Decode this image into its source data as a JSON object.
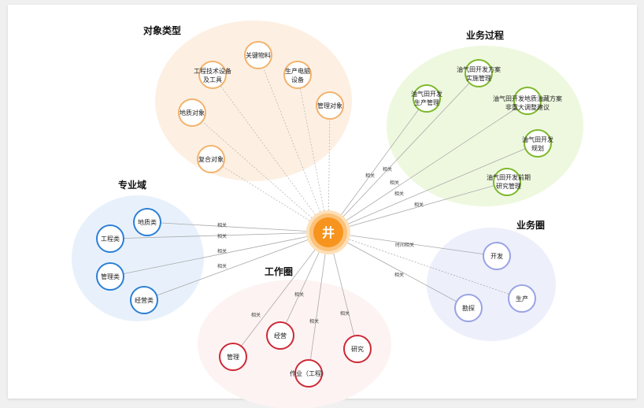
{
  "center": {
    "label": "井"
  },
  "groups": {
    "object_types": {
      "title": "对象类型",
      "nodes": [
        {
          "lines": [
            "关键物料"
          ]
        },
        {
          "lines": [
            "工程技术设备",
            "及工具"
          ]
        },
        {
          "lines": [
            "生产电脑",
            "设备"
          ]
        },
        {
          "lines": [
            "地质对象"
          ]
        },
        {
          "lines": [
            "管理对象"
          ]
        },
        {
          "lines": [
            "复合对象"
          ]
        }
      ]
    },
    "business_process": {
      "title": "业务过程",
      "nodes": [
        {
          "lines": [
            "油气田开发方案",
            "实施管理"
          ]
        },
        {
          "lines": [
            "油气田开发",
            "生产管理"
          ]
        },
        {
          "lines": [
            "油气田开发地质油藏方案",
            "非重大调整建议"
          ]
        },
        {
          "lines": [
            "油气田开发",
            "规划"
          ]
        },
        {
          "lines": [
            "油气田开发前期",
            "研究管理"
          ]
        }
      ],
      "relations": [
        "相关",
        "相关",
        "相关",
        "相关",
        "相关"
      ]
    },
    "professional_domain": {
      "title": "专业域",
      "nodes": [
        {
          "lines": [
            "地质类"
          ]
        },
        {
          "lines": [
            "工程类"
          ]
        },
        {
          "lines": [
            "管理类"
          ]
        },
        {
          "lines": [
            "经营类"
          ]
        }
      ],
      "relations": [
        "相关",
        "相关",
        "相关",
        "相关"
      ]
    },
    "business_circle": {
      "title": "业务圈",
      "nodes": [
        {
          "lines": [
            "开发"
          ]
        },
        {
          "lines": [
            "生产"
          ]
        },
        {
          "lines": [
            "勘探"
          ]
        }
      ],
      "relations": [
        "时间相关",
        "相关"
      ]
    },
    "work_circle": {
      "title": "工作圈",
      "nodes": [
        {
          "lines": [
            "经营"
          ]
        },
        {
          "lines": [
            "研究"
          ]
        },
        {
          "lines": [
            "管理"
          ]
        },
        {
          "lines": [
            "作业（工程）"
          ]
        }
      ],
      "relations": [
        "相关",
        "相关",
        "相关",
        "相关"
      ]
    }
  },
  "colors": {
    "orange": "#f3b26c",
    "green": "#7cb82a",
    "blue": "#2c7fd6",
    "purple": "#9aa3e3",
    "red": "#cc2a36",
    "center": "#f7941d"
  }
}
